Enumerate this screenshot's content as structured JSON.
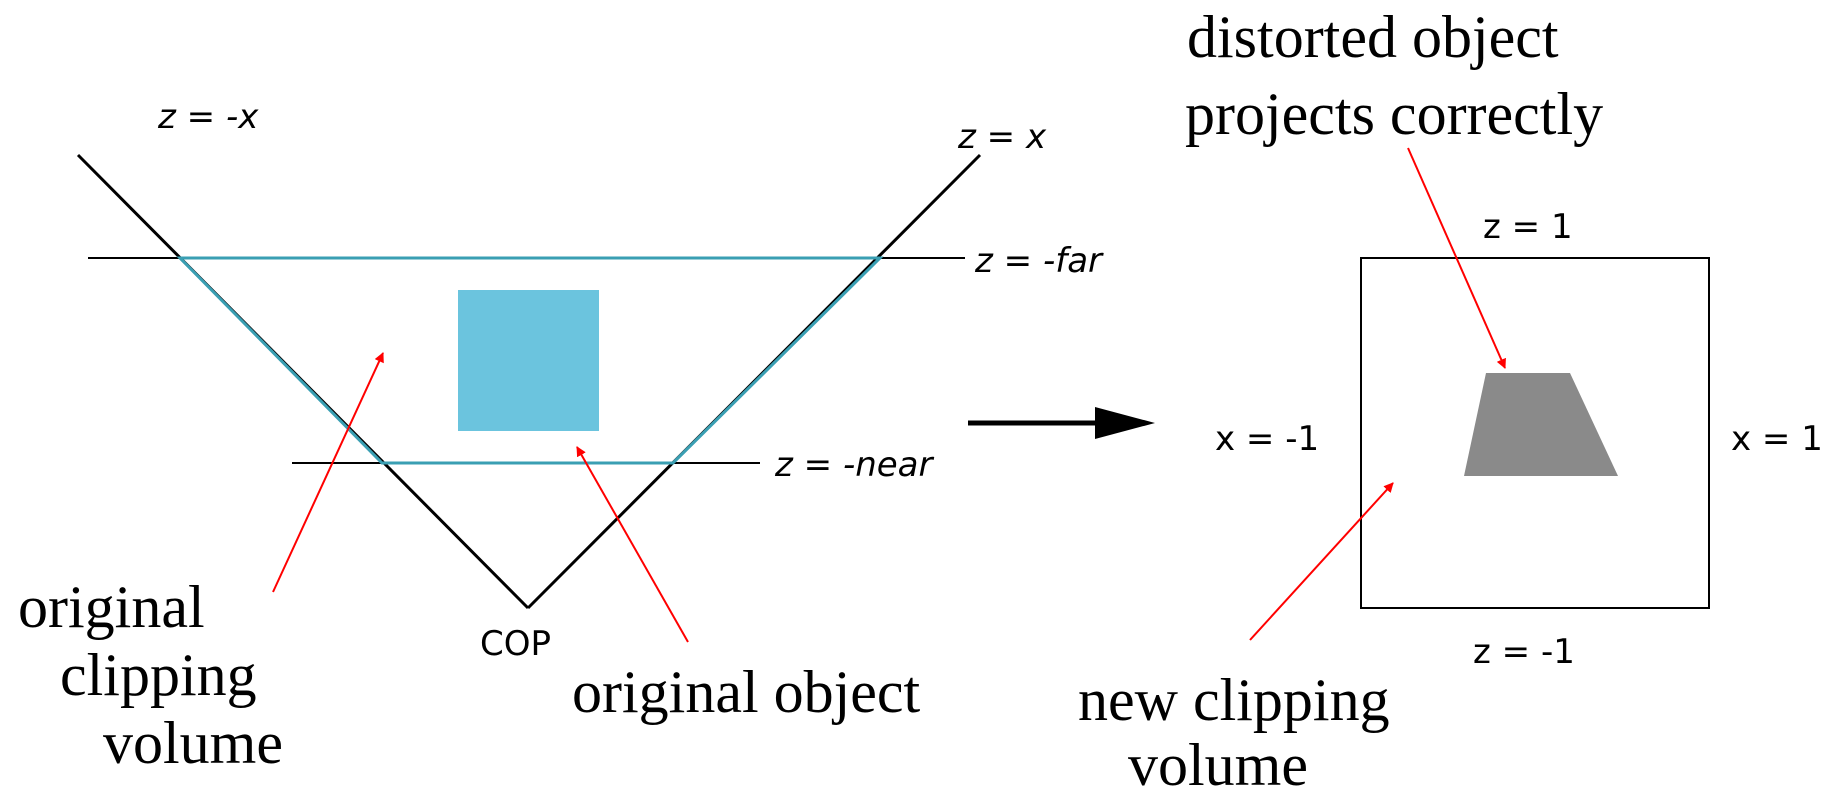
{
  "colors": {
    "background": "#ffffff",
    "line": "#000000",
    "clipping_volume": "#3a9fb3",
    "original_object": "#6bc4de",
    "distorted_object": "#8a8a8a",
    "pointer_arrow": "#ff0000",
    "transform_arrow": "#000000"
  },
  "left": {
    "line_z_neg_x": "z = -x",
    "line_z_x": "z = x",
    "line_z_far": "z = -far",
    "line_z_near": "z = -near",
    "cop": "COP",
    "caption_original_clipping": [
      "original",
      "clipping",
      "volume"
    ],
    "caption_original_object": "original object"
  },
  "right": {
    "top": "z = 1",
    "bottom": "z = -1",
    "left": "x = -1",
    "right": "x = 1",
    "caption_distorted": [
      "distorted object",
      "projects correctly"
    ],
    "caption_new_clipping": [
      "new clipping",
      "volume"
    ]
  }
}
